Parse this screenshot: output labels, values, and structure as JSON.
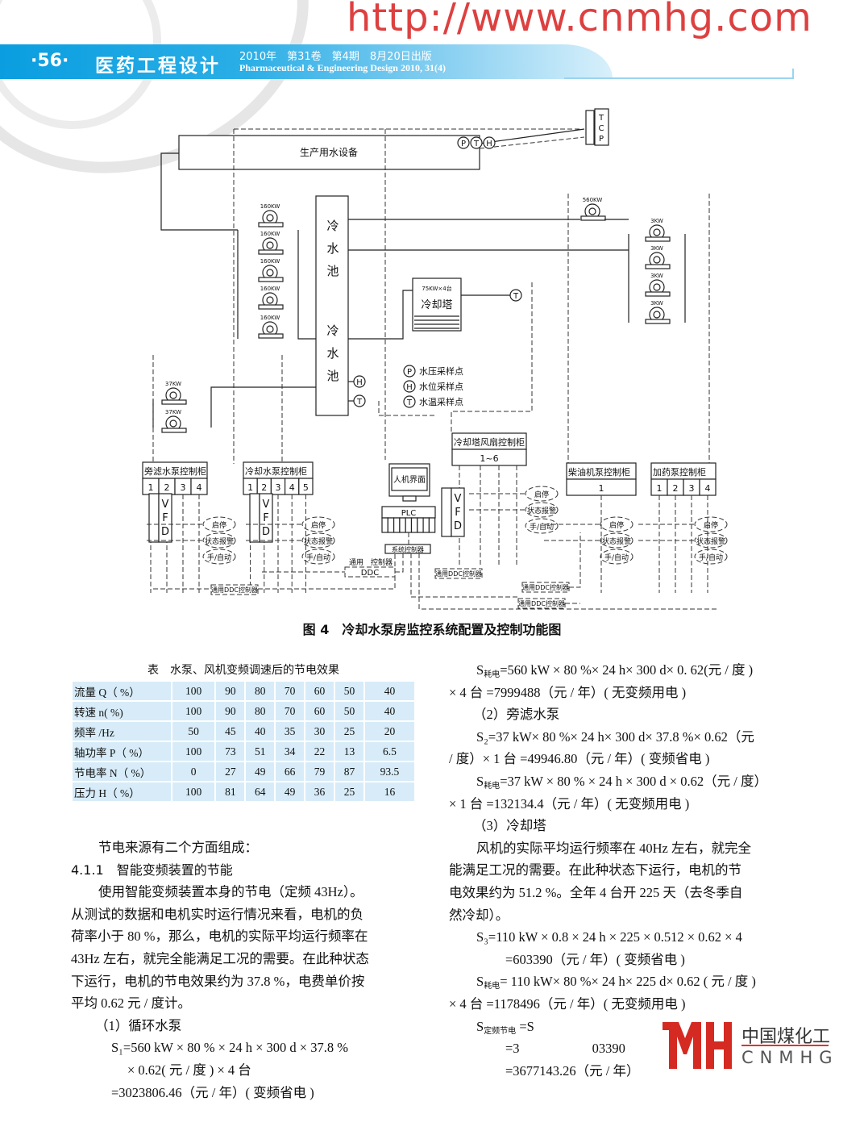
{
  "header": {
    "page_number": "·56·",
    "journal_name": "医药工程设计",
    "issue_cn": "2010年　第31卷　第4期　8月20日出版",
    "issue_en": "Pharmaceutical & Engineering Design 2010, 31(4)"
  },
  "colors": {
    "accent": "#0a9ee0",
    "table_bg": "#d7ecf8",
    "watermark": "#d71e1e"
  },
  "figure": {
    "caption": "图 4　冷却水泵房监控系统配置及控制功能图",
    "equipment": "生产用水设备",
    "tcp": [
      "T",
      "C",
      "P"
    ],
    "pool_chars": [
      "冷",
      "水",
      "池"
    ],
    "pump_160": "160KW",
    "pump_560": "560KW",
    "pump_3": "3KW",
    "pump_37": "37KW",
    "tower": "冷却塔",
    "tower_spec": "75KW×4台",
    "sensors": {
      "P": "P",
      "H": "H",
      "T": "T"
    },
    "legend": [
      {
        "symbol": "P",
        "label": "水压采样点"
      },
      {
        "symbol": "H",
        "label": "水位采样点"
      },
      {
        "symbol": "T",
        "label": "水温采样点"
      }
    ],
    "cabinets": [
      {
        "title": "旁滤水泵控制柜",
        "cells": [
          "1",
          "2",
          "3",
          "4"
        ]
      },
      {
        "title": "冷却水泵控制柜",
        "cells": [
          "1",
          "2",
          "3",
          "4",
          "5"
        ]
      },
      {
        "title": "冷却塔风扇控制柜",
        "cells": [
          "1~6"
        ]
      },
      {
        "title": "柴油机泵控制柜",
        "cells": [
          "1"
        ]
      },
      {
        "title": "加药泵控制柜",
        "cells": [
          "1",
          "2",
          "3",
          "4"
        ]
      }
    ],
    "hmi": "人机界面",
    "plc": "PLC",
    "sys_controller": "系统控制器",
    "vfd": [
      "V",
      "F",
      "D"
    ],
    "ovals": [
      "启停",
      "状态报警",
      "手/自动"
    ],
    "ddc_general": "通用　控制器",
    "ddc": "DDC",
    "ddc_controller": "通用DDC控制器"
  },
  "table": {
    "title": "表　水泵、风机变频调速后的节电效果",
    "rows": [
      {
        "label": "流量 Q（ %）",
        "values": [
          "100",
          "90",
          "80",
          "70",
          "60",
          "50",
          "40"
        ]
      },
      {
        "label": "转速 n( %)",
        "values": [
          "100",
          "90",
          "80",
          "70",
          "60",
          "50",
          "40"
        ]
      },
      {
        "label": "频率 /Hz",
        "values": [
          "50",
          "45",
          "40",
          "35",
          "30",
          "25",
          "20"
        ]
      },
      {
        "label": "轴功率 P（ %）",
        "values": [
          "100",
          "73",
          "51",
          "34",
          "22",
          "13",
          "6.5"
        ]
      },
      {
        "label": "节电率 N（ %）",
        "values": [
          "0",
          "27",
          "49",
          "66",
          "79",
          "87",
          "93.5"
        ]
      },
      {
        "label": "压力 H（ %）",
        "values": [
          "100",
          "81",
          "64",
          "49",
          "36",
          "25",
          "16"
        ]
      }
    ]
  },
  "left_text": [
    "节电来源有二个方面组成：",
    "4.1.1　智能变频装置的节能",
    "使用智能变频装置本身的节电（定频 43Hz）。",
    "从测试的数据和电机实时运行情况来看，电机的负",
    "荷率小于 80 %，那么，电机的实际平均运行频率在",
    "43Hz 左右，就完全能满足工况的需要。在此种状态",
    "下运行，电机的节电效果约为 37.8 %，电费单价按",
    "平均 0.62 元 / 度计。",
    "（1）循环水泵",
    "S₁=560 kW × 80 % × 24 h × 300 d × 37.8 %",
    "× 0.62( 元 / 度 ) × 4 台",
    "=3023806.46（元 / 年）( 变频省电 )"
  ],
  "right_text": {
    "s_consume_1": "=560 kW × 80 %× 24 h× 300 d× 0. 62(元 / 度 )",
    "s_consume_1b": "× 4 台 =7999488（元 / 年）( 无变频用电 )",
    "sec2": "（2）旁滤水泵",
    "s2": "S₂=37 kW× 80 %× 24 h× 300 d× 37.8 %× 0.62（元",
    "s2b": "/ 度）× 1 台 =49946.80（元 / 年）( 变频省电 )",
    "s_consume_2": "=37 kW × 80 % × 24 h × 300 d × 0.62（元 / 度）",
    "s_consume_2b": "× 1 台 =132134.4（元 / 年）( 无变频用电 )",
    "sec3": "（3）冷却塔",
    "p1": "风机的实际平均运行频率在 40Hz 左右，就完全",
    "p2": "能满足工况的需要。在此种状态下运行，电机的节",
    "p3": "电效果约为 51.2 %。全年 4 台开 225 天（去冬季自",
    "p4": "然冷却）。",
    "s3": "S₃=110 kW × 0.8 × 24 h × 225 × 0.512 × 0.62 × 4",
    "s3b": "=603390（元 / 年）( 变频省电 )",
    "s_consume_3": "= 110 kW× 80 %× 24 h× 225 d× 0.62 ( 元 / 度 )",
    "s_consume_3b": "× 4 台 =1178496（元 / 年）( 无变频用电 )",
    "s_fixed": "=S",
    "s_fixed_b": "=3",
    "s_fixed_b_tail": "03390",
    "s_total": "=3677143.26（元 / 年）",
    "sym_s": "S",
    "sub_consume": "耗电",
    "sub_fixed": "定频节电"
  },
  "logo": {
    "cn": "中国煤化工",
    "en": "CNMHG"
  },
  "watermark": "http://www.cnmhg.com"
}
